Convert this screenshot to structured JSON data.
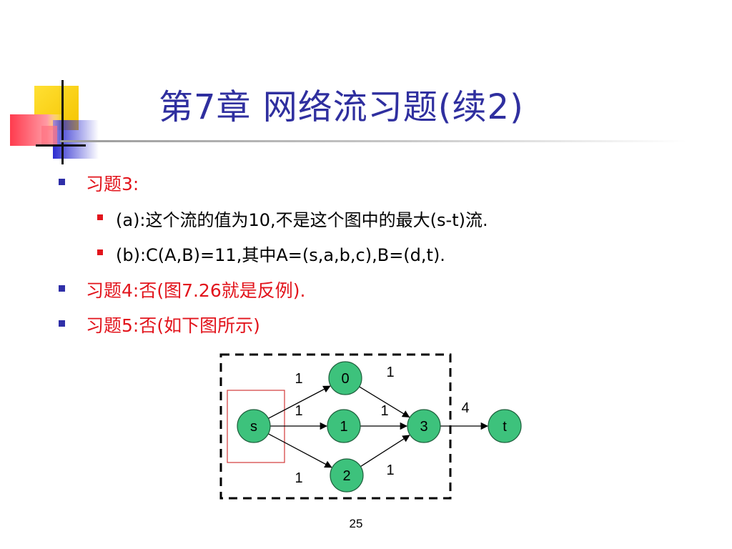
{
  "title": "第7章  网络流习题(续2)",
  "colors": {
    "title": "#2f2f9f",
    "bullet_text": "#e2141c",
    "sub_bullet_text": "#000000",
    "node_fill": "#3dc27c",
    "cut_box": "#d23a3a",
    "deco_yellow": "#ffd700",
    "deco_blue": "#3434c8",
    "deco_red": "#ff5a6a"
  },
  "bullets": [
    {
      "text": "习题3:",
      "level": 1
    },
    {
      "text": "(a):这个流的值为10,不是这个图中的最大(s-t)流.",
      "level": 2
    },
    {
      "text": "(b):C(A,B)=11,其中A=(s,a,b,c),B=(d,t).",
      "level": 2
    },
    {
      "text": "习题4:否(图7.26就是反例).",
      "level": 1
    },
    {
      "text": "习题5:否(如下图所示)",
      "level": 1
    }
  ],
  "graph": {
    "nodes": [
      {
        "id": "s",
        "label": "s"
      },
      {
        "id": "n0",
        "label": "0"
      },
      {
        "id": "n1",
        "label": "1"
      },
      {
        "id": "n2",
        "label": "2"
      },
      {
        "id": "n3",
        "label": "3"
      },
      {
        "id": "t",
        "label": "t"
      }
    ],
    "edges": [
      {
        "from": "s",
        "to": "n0",
        "label": "1"
      },
      {
        "from": "s",
        "to": "n1",
        "label": "1"
      },
      {
        "from": "s",
        "to": "n2",
        "label": "1"
      },
      {
        "from": "n0",
        "to": "n3",
        "label": "1"
      },
      {
        "from": "n1",
        "to": "n3",
        "label": "1"
      },
      {
        "from": "n2",
        "to": "n3",
        "label": "1"
      },
      {
        "from": "n3",
        "to": "t",
        "label": "4"
      }
    ]
  },
  "page_number": "25"
}
